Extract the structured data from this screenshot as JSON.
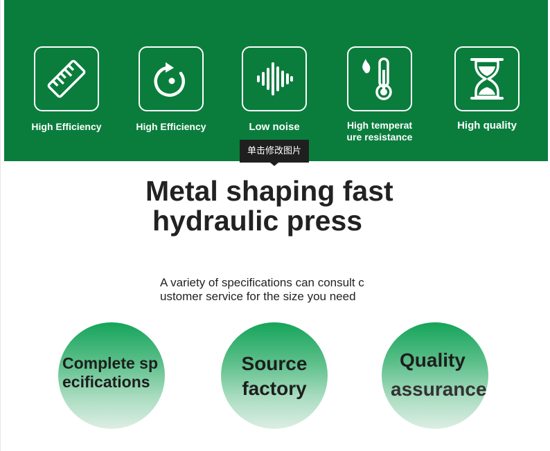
{
  "features": [
    {
      "icon": "ruler-icon",
      "label_lines": [
        "High Efficiency"
      ]
    },
    {
      "icon": "rotate-icon",
      "label_lines": [
        "High Efficiency"
      ]
    },
    {
      "icon": "sound-wave-icon",
      "label_lines": [
        "Low noise"
      ]
    },
    {
      "icon": "thermometer-flame-icon",
      "label_lines": [
        "High temperat",
        "ure resistance"
      ]
    },
    {
      "icon": "hourglass-icon",
      "label_lines": [
        "High quality"
      ]
    }
  ],
  "tooltip": "单击修改图片",
  "headline": {
    "line1": "Metal shaping fast",
    "line2": "hydraulic press"
  },
  "subtitle": {
    "line1": "A variety of specifications can consult c",
    "line2": "ustomer service for the size you need"
  },
  "badges": [
    {
      "line1": "Complete sp",
      "line2": "ecifications"
    },
    {
      "line1": "Source",
      "line2": "factory"
    },
    {
      "line1": "Quality",
      "line2": "assurance"
    }
  ],
  "colors": {
    "banner": "#0a7d3d",
    "circle_top": "#15a45a",
    "circle_bottom": "#dceee4"
  }
}
